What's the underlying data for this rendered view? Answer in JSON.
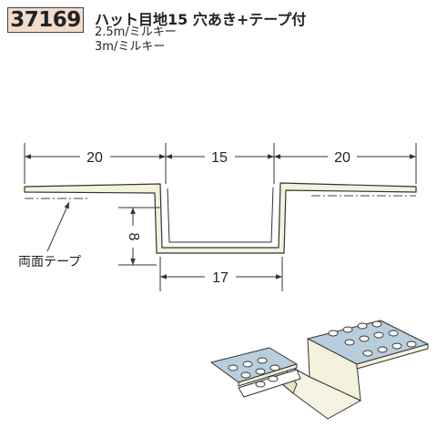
{
  "header": {
    "code": "37169",
    "title": "ハット目地15 穴あき+テープ付",
    "variants": [
      "2.5m/ミルキー",
      "3m/ミルキー"
    ]
  },
  "diagram": {
    "dimensions": {
      "left_flange": "20",
      "groove_top": "15",
      "right_flange": "20",
      "depth": "8",
      "groove_bottom": "17"
    },
    "tape_label": "両面テープ"
  },
  "colors": {
    "profile_fill": "#f4f1dc",
    "perforation_fill": "#b9cedd",
    "line": "#333333"
  }
}
